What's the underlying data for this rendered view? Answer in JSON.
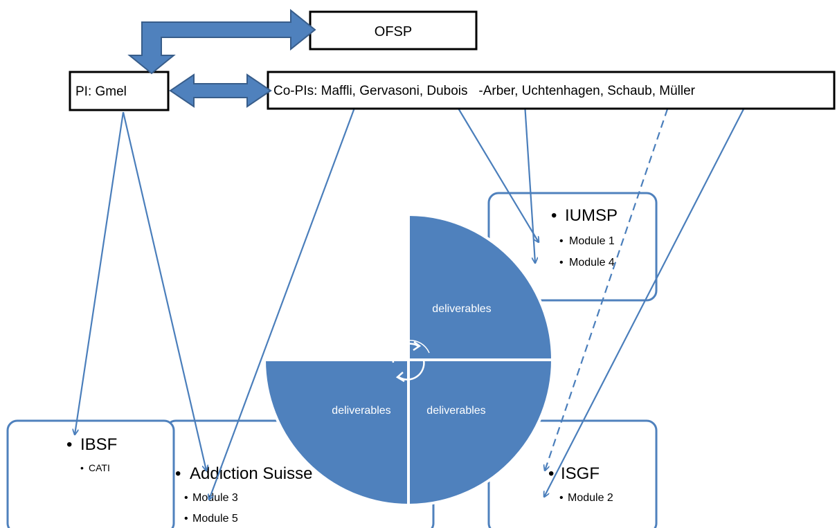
{
  "top_box": {
    "label": "OFSP"
  },
  "pi_box": {
    "label": "PI: Gmel"
  },
  "copi_box": {
    "label": "Co-PIs: Maffli, Gervasoni, Dubois   -Arber, Uchtenhagen, Schaub, Müller"
  },
  "institutions": {
    "iumsp": {
      "title": "IUMSP",
      "items": [
        "Module 1",
        "Module 4"
      ]
    },
    "ibsf": {
      "title": "IBSF",
      "items": [
        "CATI"
      ]
    },
    "addiction": {
      "title": "Addiction Suisse",
      "items": [
        "Module 3",
        "Module 5"
      ]
    },
    "isgf": {
      "title": "ISGF",
      "items": [
        "Module 2"
      ]
    }
  },
  "wheel": {
    "segments": [
      "deliverables",
      "deliverables",
      "deliverables"
    ]
  },
  "colors": {
    "shape_fill": "#4f81bd",
    "shape_outline": "#385d8a",
    "line": "#4a7ebb",
    "box_border": "#000000"
  },
  "icons": {
    "cycle": "refresh-cycle-icon",
    "bullet": "bullet"
  }
}
